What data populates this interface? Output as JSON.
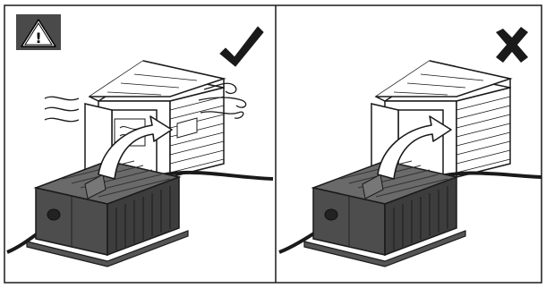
{
  "warning": {
    "icon": "warning-triangle-icon",
    "background": "#4a4a4a",
    "symbol": "!"
  },
  "panels": [
    {
      "id": "left",
      "verdict": "correct",
      "verdict_icon": "checkmark-icon",
      "scene": "shed-ventilated",
      "airflow": true
    },
    {
      "id": "right",
      "verdict": "incorrect",
      "verdict_icon": "cross-icon",
      "scene": "shed-closed",
      "airflow": false
    }
  ],
  "colors": {
    "line": "#1a1a1a",
    "charger_body": "#4d4d4d",
    "charger_dark": "#2e2e2e",
    "arrow_fill": "#ffffff",
    "cable": "#1a1a1a"
  }
}
